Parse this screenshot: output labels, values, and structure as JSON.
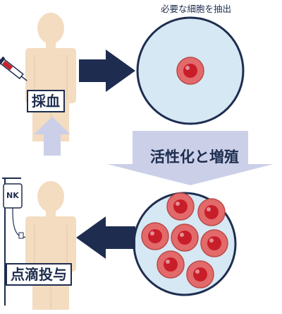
{
  "labels": {
    "top_caption": "必要な細胞を抽出",
    "blood_draw": "採血",
    "culture": "活性化と増殖",
    "infusion": "点滴投与",
    "iv_bag": "NK"
  },
  "colors": {
    "navy": "#1e2d4f",
    "skin": "#f3dcc0",
    "dish": "#d6e8f4",
    "dish_border": "#1e2d4f",
    "cell_outer": "#e36a6a",
    "cell_nucleus": "#c81e2a",
    "pale_arrow": "#cbd0e8"
  },
  "cells_after_culture": 7,
  "cells_before_culture": 1
}
